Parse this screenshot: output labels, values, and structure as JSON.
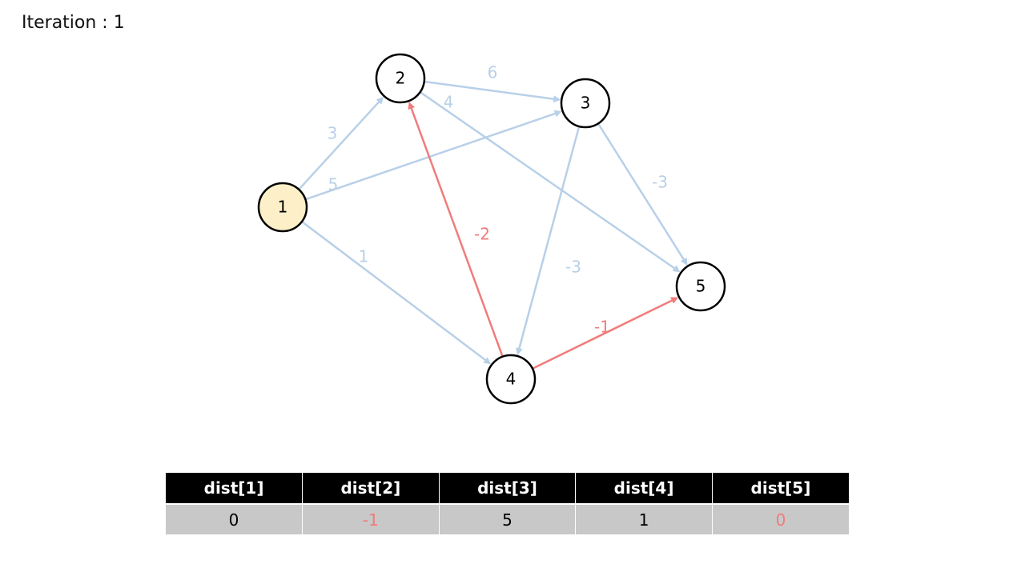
{
  "iteration_label": "Iteration : 1",
  "colors": {
    "edge_default": "#b8d0e8",
    "edge_highlight": "#f27b7b",
    "source_fill": "#fdf0c8",
    "node_stroke": "#000000",
    "table_header_bg": "#000000",
    "table_cell_bg": "#c8c8c8",
    "updated_value": "#f27b7b"
  },
  "graph": {
    "nodes": [
      {
        "id": "1",
        "label": "1",
        "source": true
      },
      {
        "id": "2",
        "label": "2",
        "source": false
      },
      {
        "id": "3",
        "label": "3",
        "source": false
      },
      {
        "id": "4",
        "label": "4",
        "source": false
      },
      {
        "id": "5",
        "label": "5",
        "source": false
      }
    ],
    "edges": [
      {
        "from": "1",
        "to": "2",
        "weight": "3",
        "highlight": false
      },
      {
        "from": "1",
        "to": "3",
        "weight": "5",
        "highlight": false
      },
      {
        "from": "1",
        "to": "4",
        "weight": "1",
        "highlight": false
      },
      {
        "from": "2",
        "to": "3",
        "weight": "6",
        "highlight": false
      },
      {
        "from": "2",
        "to": "5",
        "weight": "4",
        "highlight": false
      },
      {
        "from": "3",
        "to": "5",
        "weight": "-3",
        "highlight": false
      },
      {
        "from": "3",
        "to": "4",
        "weight": "-3",
        "highlight": false
      },
      {
        "from": "4",
        "to": "2",
        "weight": "-2",
        "highlight": true
      },
      {
        "from": "4",
        "to": "5",
        "weight": "-1",
        "highlight": true
      }
    ]
  },
  "dist_table": {
    "headers": [
      "dist[1]",
      "dist[2]",
      "dist[3]",
      "dist[4]",
      "dist[5]"
    ],
    "values": [
      "0",
      "-1",
      "5",
      "1",
      "0"
    ],
    "updated": [
      false,
      true,
      false,
      false,
      true
    ]
  }
}
